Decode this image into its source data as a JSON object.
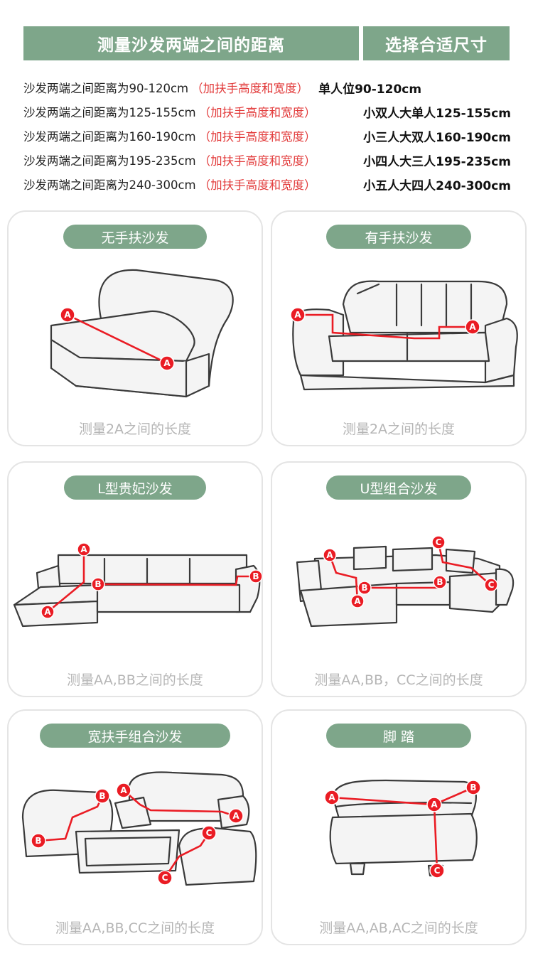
{
  "header": {
    "left": "测量沙发两端之间的距离",
    "right": "选择合适尺寸"
  },
  "size_rows": [
    {
      "text": "沙发两端之间距离为90-120cm",
      "note": "（加扶手高度和宽度）",
      "size": "单人位90-120cm"
    },
    {
      "text": "沙发两端之间距离为125-155cm",
      "note": "（加扶手高度和宽度）",
      "size": "小双人大单人125-155cm"
    },
    {
      "text": "沙发两端之间距离为160-190cm",
      "note": "（加扶手高度和宽度）",
      "size": "小三人大双人160-190cm"
    },
    {
      "text": "沙发两端之间距离为195-235cm",
      "note": "（加扶手高度和宽度）",
      "size": "小四人大三人195-235cm"
    },
    {
      "text": "沙发两端之间距离为240-300cm",
      "note": "（加扶手高度和宽度）",
      "size": "小五人大四人240-300cm"
    }
  ],
  "cards": [
    {
      "title": "无手扶沙发",
      "caption": "测量2A之间的长度",
      "icon": "armless-sofa-icon"
    },
    {
      "title": "有手扶沙发",
      "caption": "测量2A之间的长度",
      "icon": "armed-sofa-icon"
    },
    {
      "title": "L型贵妃沙发",
      "caption": "测量AA,BB之间的长度",
      "icon": "l-shaped-sofa-icon"
    },
    {
      "title": "U型组合沙发",
      "caption": "测量AA,BB，CC之间的长度",
      "icon": "u-shaped-sofa-icon"
    },
    {
      "title": "宽扶手组合沙发",
      "caption": "测量AA,BB,CC之间的长度",
      "icon": "wide-arm-sofa-set-icon"
    },
    {
      "title": "脚 踏",
      "caption": "测量AA,AB,AC之间的长度",
      "icon": "footstool-icon"
    }
  ],
  "markers": {
    "a": "A",
    "b": "B",
    "c": "C"
  },
  "colors": {
    "accent_green": "#7ea68a",
    "measure_red": "#ea1c24",
    "note_red": "#e23a3a",
    "caption_gray": "#b5b5b5"
  }
}
